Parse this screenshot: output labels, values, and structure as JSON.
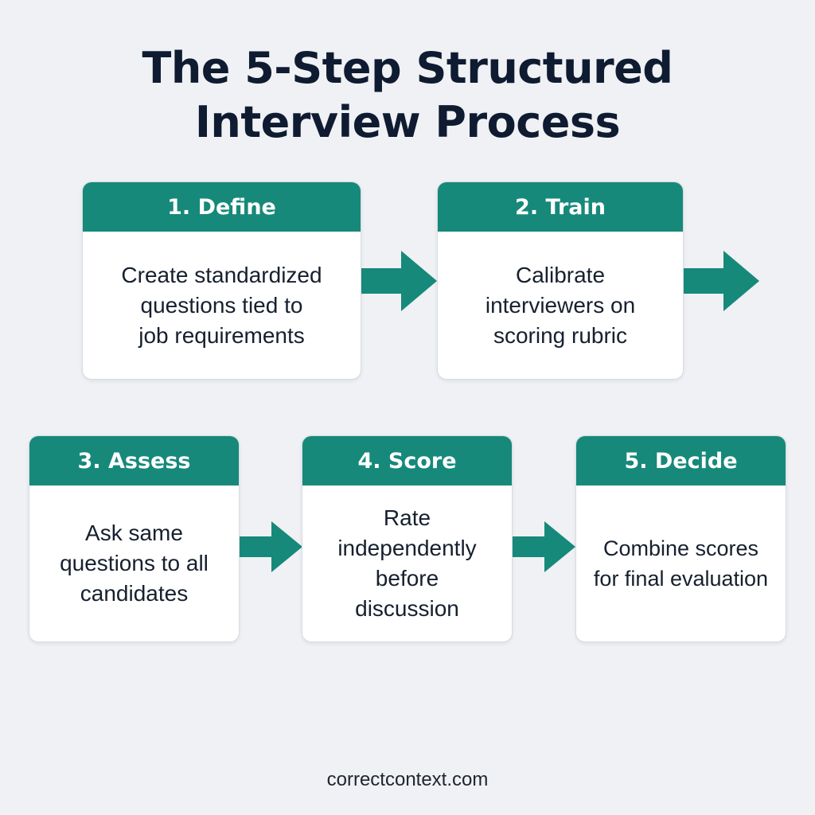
{
  "title": {
    "line1": "The 5-Step Structured",
    "line2": "Interview Process"
  },
  "steps": [
    {
      "header": "1. Define",
      "body": [
        "Create standardized",
        "questions tied to",
        "job requirements"
      ]
    },
    {
      "header": "2. Train",
      "body": [
        "Calibrate",
        "interviewers on",
        "scoring rubric"
      ]
    },
    {
      "header": "3. Assess",
      "body": [
        "Ask same",
        "questions to all",
        "candidates"
      ]
    },
    {
      "header": "4. Score",
      "body": [
        "Rate",
        "independently",
        "before",
        "discussion"
      ]
    },
    {
      "header": "5. Decide",
      "body": [
        "Combine scores",
        "for final evaluation"
      ]
    }
  ],
  "footer": "correctcontext.com",
  "colors": {
    "accent": "#16897a",
    "title": "#0f1b31",
    "background": "#eff1f4"
  }
}
